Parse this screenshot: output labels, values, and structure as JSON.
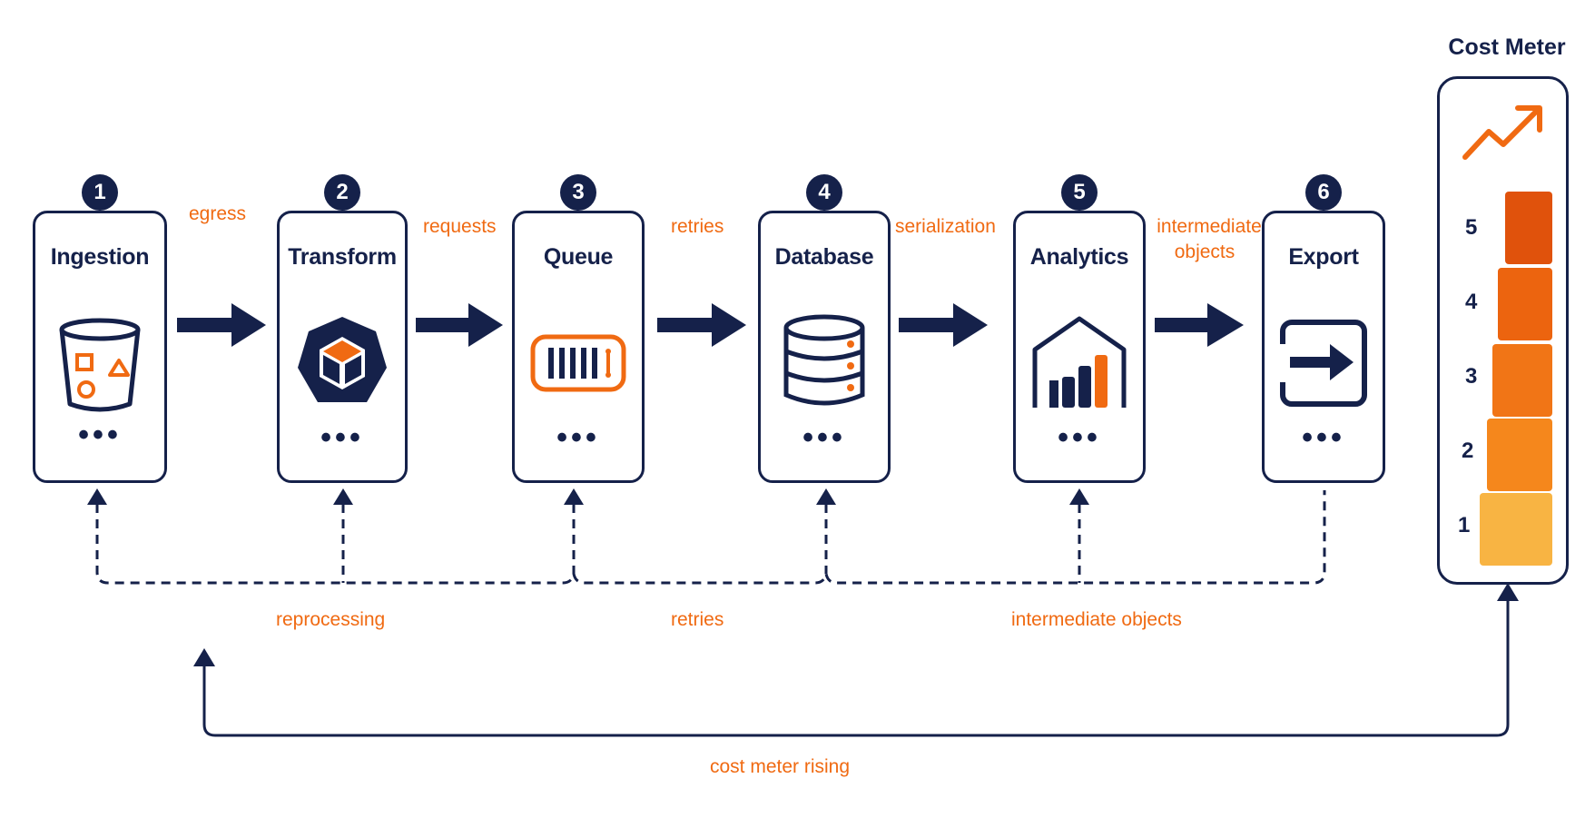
{
  "stages": [
    {
      "number": "1",
      "title": "Ingestion",
      "icon": "bucket-icon"
    },
    {
      "number": "2",
      "title": "Transform",
      "icon": "cube-hexagon-icon"
    },
    {
      "number": "3",
      "title": "Queue",
      "icon": "queue-icon"
    },
    {
      "number": "4",
      "title": "Database",
      "icon": "database-icon"
    },
    {
      "number": "5",
      "title": "Analytics",
      "icon": "warehouse-chart-icon"
    },
    {
      "number": "6",
      "title": "Export",
      "icon": "export-icon"
    }
  ],
  "dots": "•••",
  "flow_labels": {
    "egress": "egress",
    "requests": "requests",
    "retries": "retries",
    "serialization": "serialization",
    "intermediate_line1": "intermediate",
    "intermediate_line2": "objects"
  },
  "feedback_labels": {
    "reprocessing": "reprocessing",
    "retries": "retries",
    "intermediate_objects": "intermediate objects"
  },
  "bottom_label": "cost meter rising",
  "cost_meter": {
    "title": "Cost Meter",
    "icon": "trend-up-arrow-icon",
    "levels": [
      {
        "label": "5",
        "color": "#e0520c"
      },
      {
        "label": "4",
        "color": "#ec640f"
      },
      {
        "label": "3",
        "color": "#f17516"
      },
      {
        "label": "2",
        "color": "#f5871c"
      },
      {
        "label": "1",
        "color": "#f8b443"
      }
    ]
  },
  "colors": {
    "navy": "#15214a",
    "orange": "#f06a12"
  }
}
